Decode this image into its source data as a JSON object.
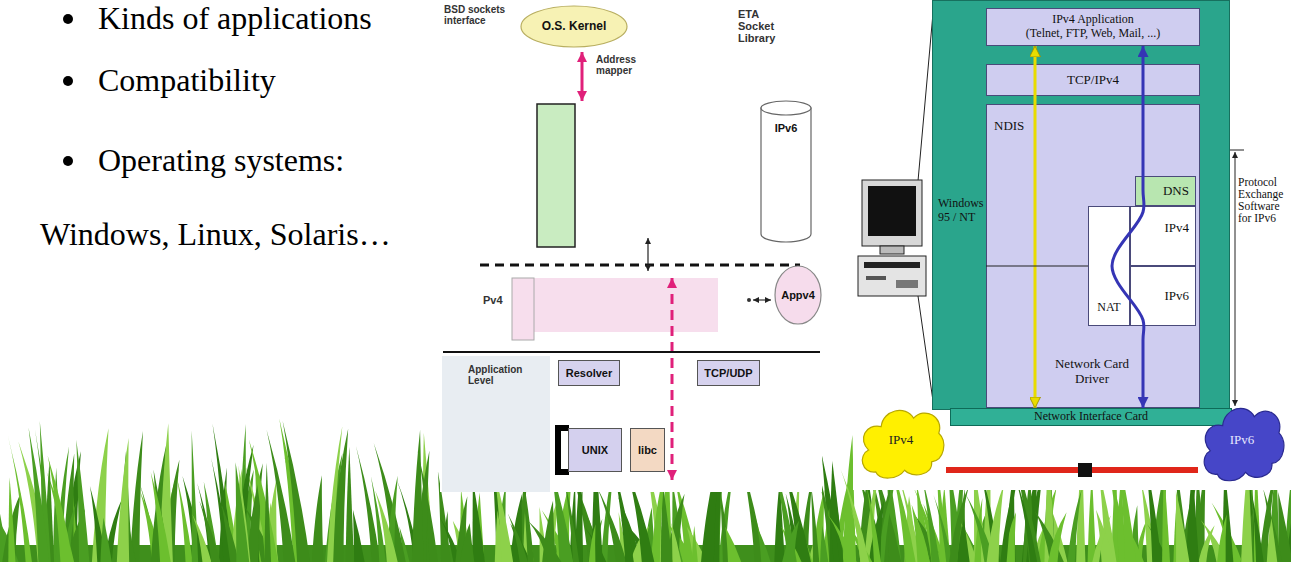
{
  "diagram": {
    "nodes": [
      {
        "text": [
          "O.S. Kernel"
        ]
      },
      {
        "text": [
          "IPv6"
        ]
      },
      {
        "text": [
          "Appv4"
        ]
      },
      {
        "text": [
          "Resolver"
        ]
      },
      {
        "text": [
          "TCP/UDP"
        ]
      },
      {
        "text": [
          "UNIX"
        ]
      },
      {
        "text": [
          "libc"
        ]
      },
      {
        "text": [
          "Windows 95 / NT"
        ]
      },
      {
        "text": [
          "IPv4 Application",
          "(Telnet, FTP, Web, Mail, ...)"
        ],
        "in": 7
      },
      {
        "text": [
          "TCP/IPv4"
        ],
        "in": 7
      },
      {
        "text": [
          "NDIS",
          "Network Card Driver"
        ],
        "in": 7
      },
      {
        "text": [
          "DNS"
        ],
        "in": 10
      },
      {
        "text": [
          "IPv4"
        ],
        "in": 10
      },
      {
        "text": [
          "NAT"
        ],
        "in": 10
      },
      {
        "text": [
          "IPv6"
        ],
        "in": 10
      },
      {
        "text": [
          "Network Interface Card"
        ]
      },
      {
        "text": [
          "IPv4"
        ]
      },
      {
        "text": [
          "IPv6"
        ]
      }
    ],
    "edges": [
      {
        "from": 8,
        "to": 15,
        "arrow": "both"
      },
      {
        "from": 8,
        "to": 15,
        "arrow": "both"
      },
      {
        "from": 16,
        "to": 17,
        "arrow": "none"
      }
    ],
    "labels": [
      "Kinds of applications",
      "Compatibility",
      "Operating systems:",
      "Windows, Linux, Solaris…",
      "BSD sockets interface",
      "ETA Socket Library",
      "Address mapper",
      "Pv4",
      "Application Level",
      "Protocol Exchange Software for IPv6"
    ]
  }
}
